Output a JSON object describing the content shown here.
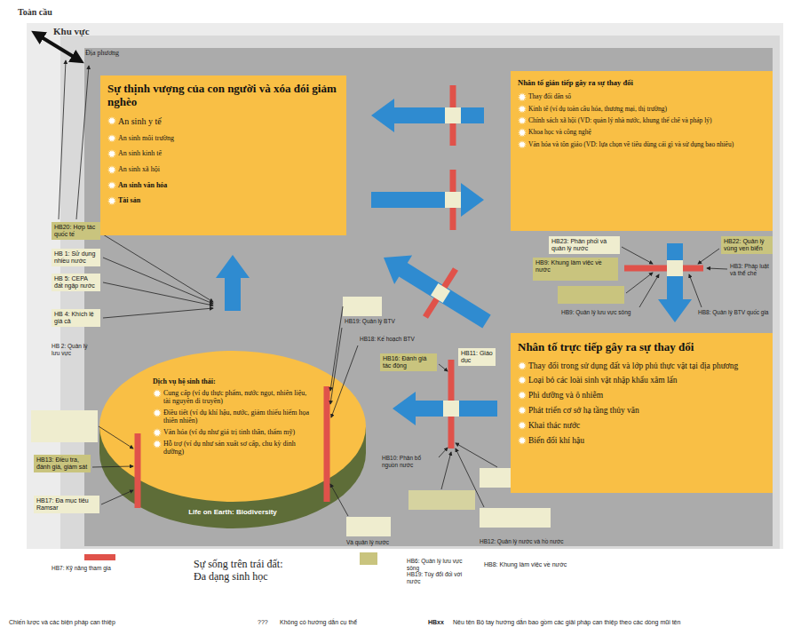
{
  "diagram": {
    "nodes": [
      {
        "text": [
          "Sự thịnh vượng của con người và xóa đói giảm nghèo",
          "An sinh y tế",
          "An sinh môi trường",
          "An sinh kinh tế",
          "An sinh xã hội",
          "An sinh văn hóa",
          "Tài sản"
        ]
      },
      {
        "text": [
          "Nhân tố gián tiếp gây ra sự thay đổi",
          "Thay đổi dân số",
          "Kinh tế (ví dụ toàn cầu hóa, thương mại, thị trường)",
          "Chính sách xã hội (VD: quản lý nhà nước, khung thể chế và pháp lý)",
          "Khoa học và công nghệ",
          "Văn hóa và tôn giáo (VD: lựa chọn về tiêu dùng cái gì và sử dụng bao nhiêu)"
        ]
      },
      {
        "text": [
          "HB20: Hợp tác quốc tế"
        ]
      },
      {
        "text": [
          "HB 1: Sử dụng nhiều nước"
        ]
      },
      {
        "text": [
          "HB 5: CEPA đất ngập nước"
        ]
      },
      {
        "text": [
          "HB 4: Khích lệ giá cả"
        ]
      },
      {
        "text": [
          "HB23: Phân phối và quản lý nước"
        ]
      },
      {
        "text": [
          "HB22: Quản lý vùng ven biển"
        ]
      },
      {
        "text": [
          "HB9: Khung làm việc về nước"
        ]
      },
      {
        "text": [
          "HB16: Đánh giá tác động"
        ]
      },
      {
        "text": [
          "HB11: Giáo dục"
        ]
      },
      {
        "text": [
          "Nhân tố trực tiếp gây ra sự thay đổi",
          "Thay đổi trong sử dụng đất và lớp phủ thực vật tại địa phương",
          "Loại bỏ các loài sinh vật nhập khẩu xâm lấn",
          "Phì dưỡng và ô nhiễm",
          "Phát triển cơ sở hạ tầng thủy văn",
          "Khai thác nước",
          "Biến đổi khí hậu"
        ]
      },
      {
        "text": [
          "Dịch vụ hệ sinh thái:",
          "Cung cấp (ví dụ thực phẩm, nước ngọt, nhiên liệu, tài nguyên di truyền)",
          "Điều tiết (ví dụ khí hậu, nước, giảm thiểu hiểm họa thiên nhiên)",
          "Văn hóa (ví dụ như giá trị tinh thần, thẩm mỹ)",
          "Hỗ trợ (ví dụ như sản xuất sơ cấp, chu kỳ dinh dưỡng)"
        ]
      },
      {
        "text": [
          "HB13: Điều tra, đánh giá, giám sát"
        ]
      },
      {
        "text": [
          "HB17: Đa mục tiêu Ramsar"
        ]
      }
    ],
    "edges": [
      {
        "from": 12,
        "to": 0,
        "arrow": "to"
      },
      {
        "from": 1,
        "to": 0,
        "arrow": "to"
      },
      {
        "from": 0,
        "to": 1,
        "arrow": "to"
      },
      {
        "from": 1,
        "to": 11,
        "arrow": "to"
      },
      {
        "from": 11,
        "to": 0,
        "arrow": "to"
      },
      {
        "from": 11,
        "to": 12,
        "arrow": "to"
      }
    ],
    "labels": [
      "Toàn cầu",
      "Khu vực",
      "Địa phương",
      "HB 2: Quản lý lưu vực",
      "HB19: Quản lý BTV",
      "HB18: Kế hoạch BTV",
      "HB3: Pháp luật và thể chế",
      "HB9: Quản lý lưu vực sông",
      "HB8: Quản lý BTV quốc gia",
      "HB10: Phân bổ nguồn nước",
      "Life on Earth: Biodiversity",
      "Và quản lý nước",
      "HB12: Quản lý nước và hồ nước",
      "HB7: Kỹ năng tham gia",
      "Sự sống trên trái đất: Đa dạng sinh học",
      "HB6: Quản lý lưu vực sông",
      "HB19: Tùy đổi đối với nước",
      "HB8: Khung làm việc về nước",
      "???",
      "Không có hướng dẫn cụ thể",
      "HBxx",
      "Nêu tên Bộ tay hướng dẫn bao gồm các giải pháp can thiệp theo các dòng mũi tên"
    ],
    "legend": [
      {
        "text": "Chiến lược và các biện pháp can thiệp",
        "color": "#e0524a"
      }
    ]
  }
}
